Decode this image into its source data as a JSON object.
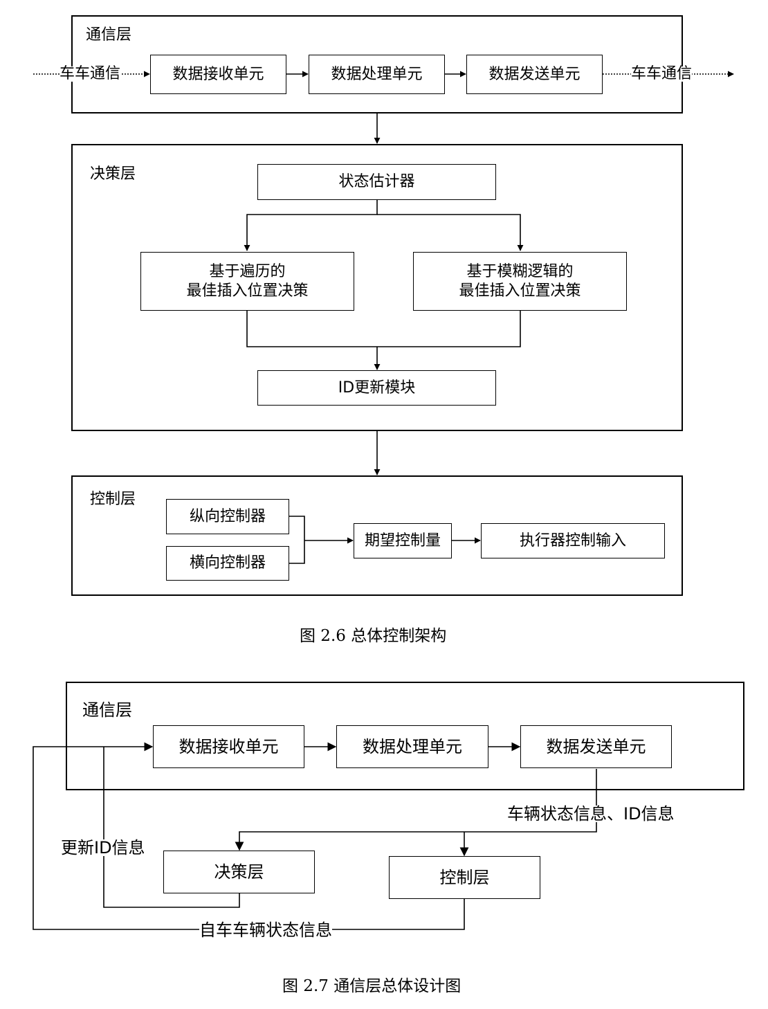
{
  "fig26": {
    "comm": {
      "title": "通信层",
      "in_label": "车车通信",
      "out_label": "车车通信",
      "boxes": [
        "数据接收单元",
        "数据处理单元",
        "数据发送单元"
      ]
    },
    "decision": {
      "title": "决策层",
      "estimator": "状态估计器",
      "left_l1": "基于遍历的",
      "left_l2": "最佳插入位置决策",
      "right_l1": "基于模糊逻辑的",
      "right_l2": "最佳插入位置决策",
      "id_update": "ID更新模块"
    },
    "control": {
      "title": "控制层",
      "longitudinal": "纵向控制器",
      "lateral": "横向控制器",
      "desired": "期望控制量",
      "actuator": "执行器控制输入"
    },
    "caption": "图 2.6  总体控制架构"
  },
  "fig27": {
    "comm_title": "通信层",
    "boxes": [
      "数据接收单元",
      "数据处理单元",
      "数据发送单元"
    ],
    "vehicle_state_id": "车辆状态信息、ID信息",
    "update_id": "更新ID信息",
    "decision": "决策层",
    "control": "控制层",
    "ego_state": "自车车辆状态信息",
    "caption": "图 2.7  通信层总体设计图"
  }
}
